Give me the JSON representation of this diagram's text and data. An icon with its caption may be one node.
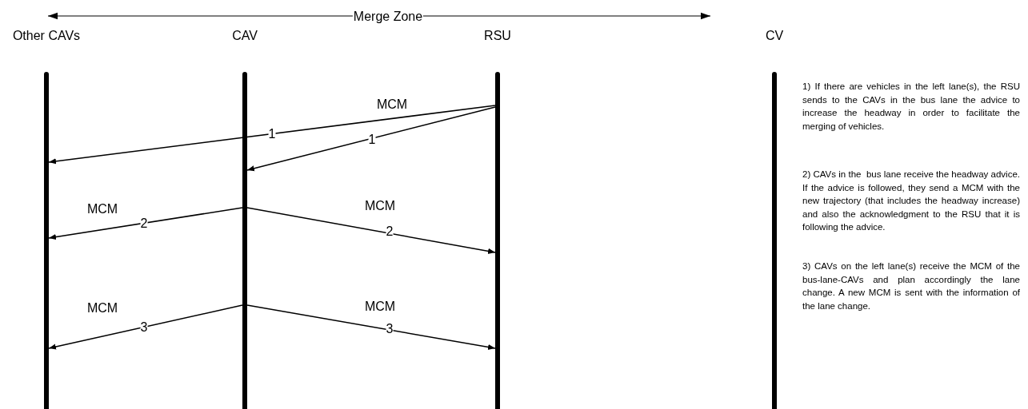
{
  "diagram": {
    "nodes": [
      {
        "text": [
          "Other CAVs"
        ]
      },
      {
        "text": [
          "CAV"
        ]
      },
      {
        "text": [
          "RSU"
        ]
      },
      {
        "text": [
          "CV"
        ]
      }
    ],
    "edges": [
      {
        "from": 2,
        "to": 0,
        "arrow": "to",
        "label": "1"
      },
      {
        "from": 2,
        "to": 1,
        "arrow": "to",
        "label": "1"
      },
      {
        "from": 1,
        "to": 0,
        "arrow": "to",
        "label": "2"
      },
      {
        "from": 1,
        "to": 2,
        "arrow": "to",
        "label": "2"
      },
      {
        "from": 1,
        "to": 0,
        "arrow": "to",
        "label": "3"
      },
      {
        "from": 1,
        "to": 2,
        "arrow": "to",
        "label": "3"
      }
    ],
    "labels": [
      "Merge Zone",
      "MCM",
      "MCM",
      "MCM",
      "MCM",
      "MCM",
      "1) If there are vehicles in the left lane(s), the RSU sends to the CAVs in the bus lane the advice to increase the headway in order to facilitate the merging of vehicles.",
      "2) CAVs in the  bus lane receive the headway advice. If the advice is followed, they send a MCM with the new trajectory (that includes the headway increase) and also the acknowledgment to the RSU that it is following the advice.",
      "3) CAVs on the left lane(s) receive the MCM of the bus-lane-CAVs and plan accordingly the lane change. A new MCM is sent with the information of the lane change."
    ]
  }
}
